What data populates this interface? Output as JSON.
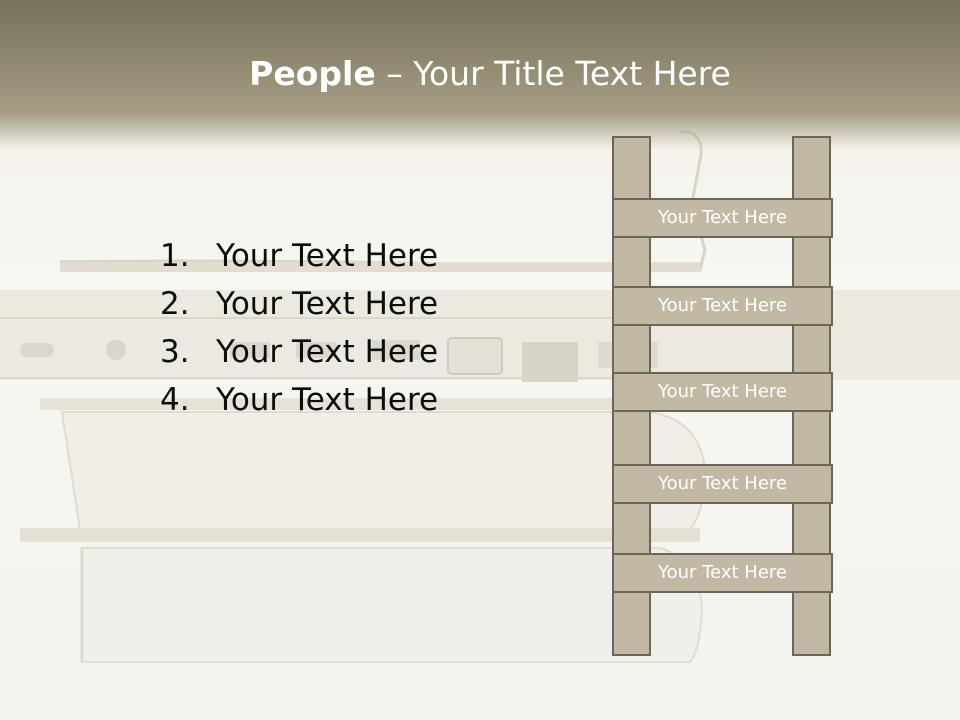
{
  "slide": {
    "title_bold": "People",
    "title_rest": " – Your Title Text Here"
  },
  "list": {
    "items": [
      {
        "number": "1.",
        "text": "Your Text Here"
      },
      {
        "number": "2.",
        "text": "Your Text Here"
      },
      {
        "number": "3.",
        "text": "Your Text Here"
      },
      {
        "number": "4.",
        "text": "Your Text Here"
      }
    ]
  },
  "ladder": {
    "rungs": [
      "Your Text Here",
      "Your Text Here",
      "Your Text Here",
      "Your Text Here",
      "Your Text Here"
    ]
  },
  "colors": {
    "title_band": "#8f8870",
    "ladder_fill": "#c1b9a3",
    "ladder_border": "#6b6656"
  }
}
